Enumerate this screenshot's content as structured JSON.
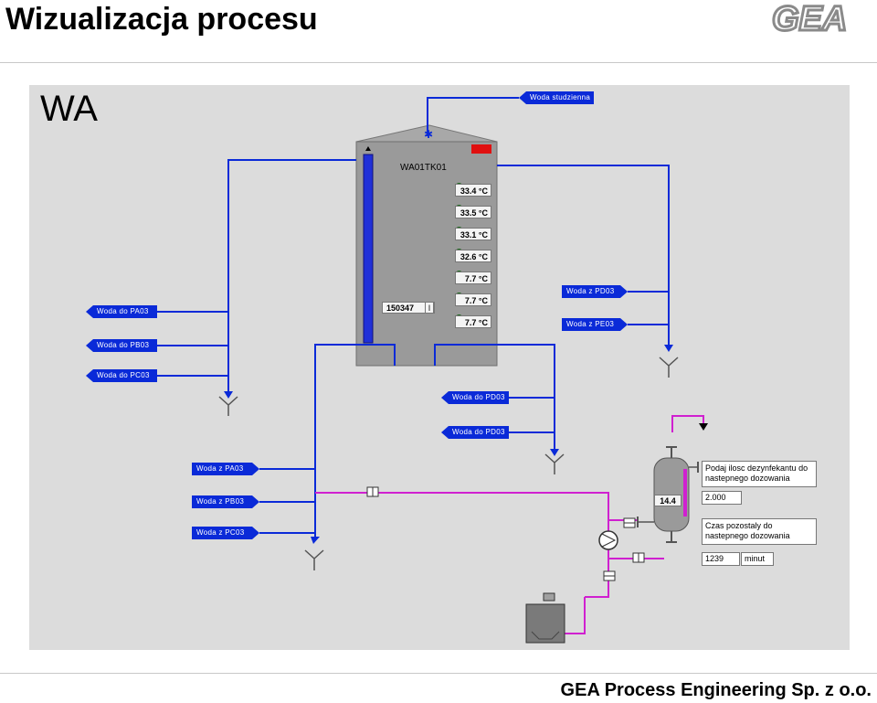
{
  "slide": {
    "title": "Wizualizacja procesu",
    "footer": "GEA Process Engineering Sp. z o.o.",
    "logo_text": "GEA"
  },
  "hmi": {
    "area": "WA",
    "tank_id": "WA01TK01",
    "counter_value": "150347",
    "counter_unit": "l",
    "temperatures": [
      "33.4 °C",
      "33.5 °C",
      "33.1 °C",
      "32.6 °C",
      "7.7 °C",
      "7.7 °C",
      "7.7 °C"
    ],
    "dosing_level": "14.4",
    "tags": {
      "woda_studzienna": "Woda studzienna",
      "woda_do_pa03": "Woda do PA03",
      "woda_do_pb03": "Woda do PB03",
      "woda_do_pc03": "Woda do PC03",
      "woda_z_pd03": "Woda z PD03",
      "woda_z_pe03": "Woda z PE03",
      "woda_do_pd03": "Woda do PD03",
      "woda_do_pd03_2": "Woda do PD03",
      "woda_z_pa03": "Woda z PA03",
      "woda_z_pb03": "Woda z PB03",
      "woda_z_pc03": "Woda z PC03"
    },
    "dosing_prompt": "Podaj ilosc dezynfekantu do nastepnego dozowania",
    "dosing_amount": "2.000",
    "remaining_label": "Czas pozostaly do nastepnego dozowania",
    "remaining_value": "1239",
    "remaining_unit": "minut"
  },
  "colors": {
    "pipe_water": "#0a2ad8",
    "pipe_chemical": "#d020d0",
    "tank_body": "#9a9a9a",
    "panel_bg": "#dcdcdc",
    "alarm": "#e01010"
  }
}
